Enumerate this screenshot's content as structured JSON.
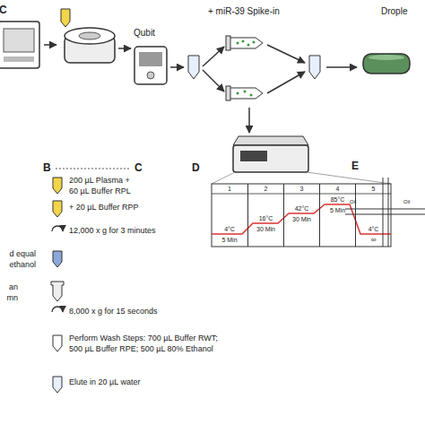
{
  "diagram": {
    "nodes": [
      {
        "text": [
          "1",
          "4°C",
          "5 Min"
        ]
      },
      {
        "text": [
          "2",
          "16°C",
          "30 Min"
        ]
      },
      {
        "text": [
          "3",
          "42°C",
          "30 Min"
        ]
      },
      {
        "text": [
          "4",
          "85°C",
          "5 Min"
        ]
      },
      {
        "text": [
          "5",
          "4°C",
          "∞"
        ]
      }
    ],
    "labels": [
      "C",
      "Qubit",
      "+ miR-39 Spike-in",
      "Drople",
      "B",
      "C",
      "D",
      "E",
      "200 µL Plasma + 60 µL Buffer RPL",
      "+ 20 µL Buffer RPP",
      "12,000 x g for 3 minutes",
      "d equal ethanol",
      "an mn",
      "8,000 x g for 15 seconds",
      "Perform Wash Steps: 700 µL Buffer RWT; 500 µL Buffer RPE; 500 µL 80% Ethanol",
      "Elute in 20 µL water",
      "Oil",
      "Oil"
    ]
  }
}
